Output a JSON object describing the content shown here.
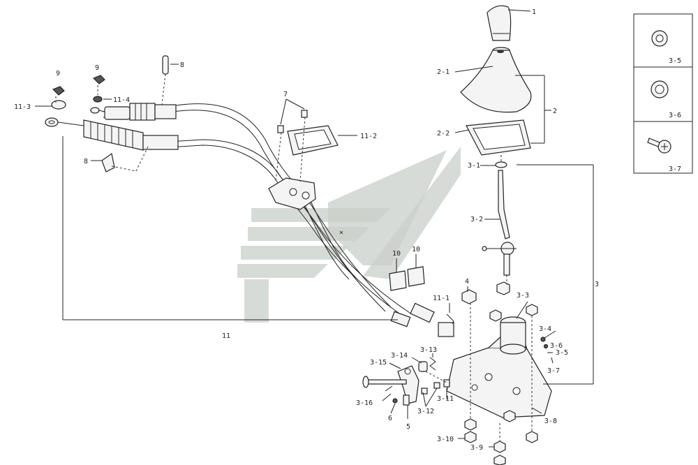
{
  "callouts": {
    "c1": "1",
    "c2": "2",
    "c2_1": "2-1",
    "c2_2": "2-2",
    "c3": "3",
    "c3_1": "3-1",
    "c3_2": "3-2",
    "c3_3": "3-3",
    "c3_4": "3-4",
    "c3_5": "3-5",
    "c3_6": "3-6",
    "c3_7": "3-7",
    "c3_8": "3-8",
    "c3_9": "3-9",
    "c3_10": "3-10",
    "c3_11": "3-11",
    "c3_12": "3-12",
    "c3_13": "3-13",
    "c3_14": "3-14",
    "c3_15": "3-15",
    "c3_16": "3-16",
    "c4": "4",
    "c5": "5",
    "c6": "6",
    "c7": "7",
    "c8a": "8",
    "c8b": "8",
    "c9a": "9",
    "c9b": "9",
    "c10a": "10",
    "c10b": "10",
    "c11": "11",
    "c11_1": "11-1",
    "c11_2": "11-2",
    "c11_3": "11-3",
    "c11_4": "11-4",
    "cross": "×"
  },
  "inset": {
    "p1": "3-5",
    "p2": "3-6",
    "p3": "3-7"
  },
  "icons": [
    "washer-icon",
    "ring-icon",
    "screw-icon"
  ]
}
